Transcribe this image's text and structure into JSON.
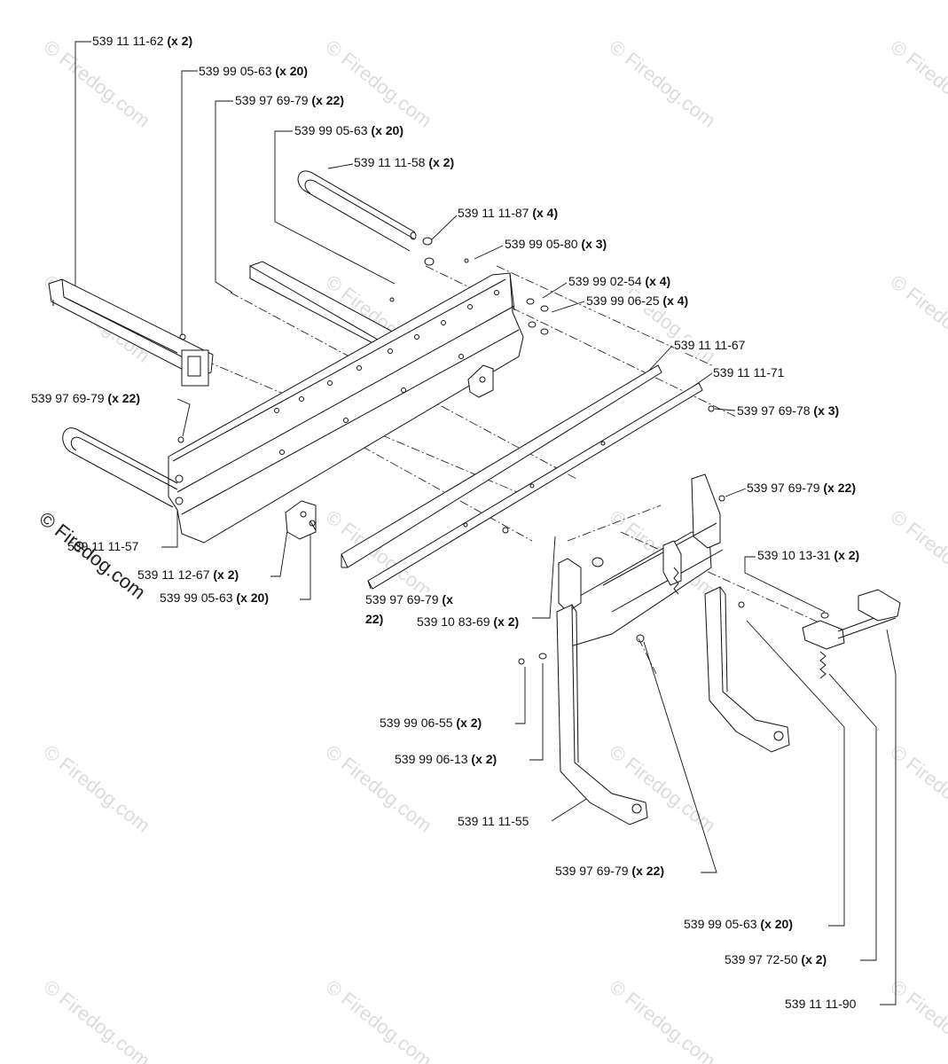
{
  "watermark": "© Firedog.com",
  "labels": [
    {
      "id": "l1",
      "pn": "539 11 11-62",
      "qty": "(x 2)"
    },
    {
      "id": "l2",
      "pn": "539 99 05-63",
      "qty": "(x 20)"
    },
    {
      "id": "l3",
      "pn": "539 97 69-79",
      "qty": "(x 22)"
    },
    {
      "id": "l4",
      "pn": "539 99 05-63",
      "qty": "(x 20)"
    },
    {
      "id": "l5",
      "pn": "539 11 11-58",
      "qty": "(x 2)"
    },
    {
      "id": "l6",
      "pn": "539 11 11-87",
      "qty": "(x 4)"
    },
    {
      "id": "l7",
      "pn": "539 99 05-80",
      "qty": "(x 3)"
    },
    {
      "id": "l8",
      "pn": "539 99 02-54",
      "qty": "(x 4)"
    },
    {
      "id": "l9",
      "pn": "539 99 06-25",
      "qty": "(x 4)"
    },
    {
      "id": "l10",
      "pn": "539 11 11-67",
      "qty": ""
    },
    {
      "id": "l11",
      "pn": "539 11 11-71",
      "qty": ""
    },
    {
      "id": "l12",
      "pn": "539 97 69-78",
      "qty": "(x 3)"
    },
    {
      "id": "l13",
      "pn": "539 97 69-79",
      "qty": "(x 22)"
    },
    {
      "id": "l14",
      "pn": "539 97 69-79",
      "qty": "(x 22)"
    },
    {
      "id": "l15",
      "pn": "539 10 13-31",
      "qty": "(x 2)"
    },
    {
      "id": "l16",
      "pn": "539 11 11-57",
      "qty": ""
    },
    {
      "id": "l17",
      "pn": "539 11 12-67",
      "qty": "(x 2)"
    },
    {
      "id": "l18",
      "pn": "539 99 05-63",
      "qty": "(x 20)"
    },
    {
      "id": "l19",
      "pn": "539 97 69-79",
      "qty": "(x"
    },
    {
      "id": "l19b",
      "pn": "",
      "qty": "22)"
    },
    {
      "id": "l20",
      "pn": "539 10 83-69",
      "qty": "(x 2)"
    },
    {
      "id": "l21",
      "pn": "539 99 06-55",
      "qty": "(x 2)"
    },
    {
      "id": "l22",
      "pn": "539 99 06-13",
      "qty": "(x 2)"
    },
    {
      "id": "l23",
      "pn": "539 11 11-55",
      "qty": ""
    },
    {
      "id": "l24",
      "pn": "539 97 69-79",
      "qty": "(x 22)"
    },
    {
      "id": "l25",
      "pn": "539 99 05-63",
      "qty": "(x 20)"
    },
    {
      "id": "l26",
      "pn": "539 97 72-50",
      "qty": "(x 2)"
    },
    {
      "id": "l27",
      "pn": "539 11 11-90",
      "qty": ""
    }
  ]
}
